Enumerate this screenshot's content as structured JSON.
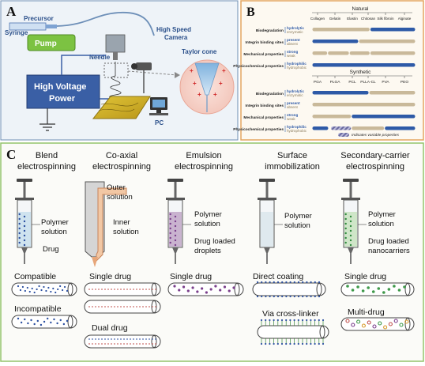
{
  "panelA": {
    "letter": "A",
    "syringe": "Syringe",
    "precursor": "Precursor",
    "pump": "Pump",
    "needle": "Needle",
    "camera_l1": "High Speed",
    "camera_l2": "Camera",
    "taylor": "Taylor cone",
    "hv_l1": "High Voltage",
    "hv_l2": "Power",
    "pc": "PC"
  },
  "panelB": {
    "letter": "B",
    "natural_title": "Natural",
    "natural_cols": [
      "Collagen",
      "Gelatin",
      "Elastin",
      "Chitosan",
      "Silk fibroin",
      "Alginate"
    ],
    "synthetic_title": "Synthetic",
    "synthetic_cols": [
      "PGA",
      "PLGA",
      "PCL",
      "PLLA-CL",
      "PVA",
      "PEO"
    ],
    "rows": [
      {
        "label": "Biodegradation",
        "top": "hydrolytic",
        "bottom": "enzymatic"
      },
      {
        "label": "Integrin binding sites",
        "top": "present",
        "bottom": "absent"
      },
      {
        "label": "Mechanical properties",
        "top": "strong",
        "bottom": "weak"
      },
      {
        "label": "Physicochemical properties",
        "top": "hydrophilic",
        "bottom": "hydrophobic"
      }
    ],
    "legend": "Indicates variable properties",
    "colors": {
      "blue": "#2e5aa7",
      "tan": "#c9b99a",
      "hatch": "#6a6aa0"
    }
  },
  "panelC": {
    "letter": "C",
    "col1": {
      "title1": "Blend",
      "title2": "electrospinning",
      "polymer1": "Polymer",
      "polymer2": "solution",
      "drug": "Drug",
      "compatible": "Compatible",
      "incompatible": "Incompatible"
    },
    "col2": {
      "title1": "Co-axial",
      "title2": "electrospinning",
      "outer1": "Outer",
      "outer2": "solution",
      "inner1": "Inner",
      "inner2": "solution",
      "single": "Single drug",
      "dual": "Dual drug"
    },
    "col3": {
      "title1": "Emulsion",
      "title2": "electrospinning",
      "polymer1": "Polymer",
      "polymer2": "solution",
      "drug1": "Drug loaded",
      "drug2": "droplets",
      "single": "Single drug"
    },
    "col4": {
      "title1": "Surface",
      "title2": "immobilization",
      "polymer1": "Polymer",
      "polymer2": "solution",
      "direct": "Direct coating",
      "cross": "Via cross-linker"
    },
    "col5": {
      "title1": "Secondary-carrier",
      "title2": "electrospinning",
      "polymer1": "Polymer",
      "polymer2": "solution",
      "drug1": "Drug loaded",
      "drug2": "nanocarriers",
      "single": "Single drug",
      "multi": "Multi-drug"
    }
  }
}
